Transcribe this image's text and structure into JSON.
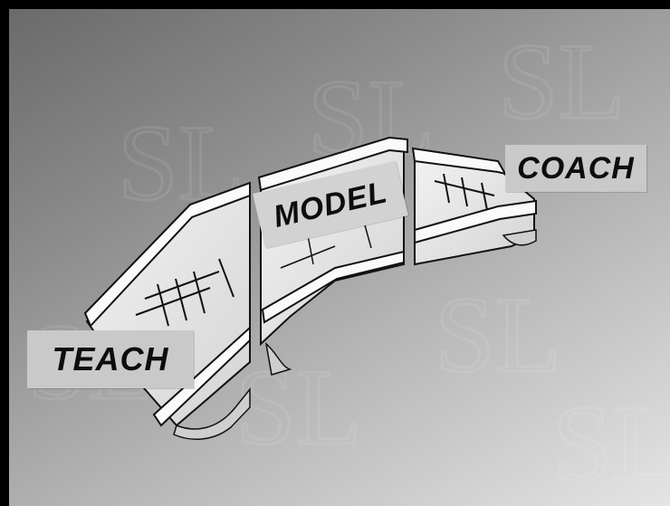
{
  "labels": {
    "teach": "TEACH",
    "model": "MODEL",
    "coach": "COACH"
  },
  "watermark": {
    "text": "SL"
  },
  "colors": {
    "frame": "#000000",
    "background_dark": "#6a6a6a",
    "background_light": "#e4e4e4",
    "bridge_fill": "#e9e9e9",
    "bridge_shade": "#bdbdbd",
    "outline": "#111111",
    "label_plate": "#c9c9c9"
  }
}
